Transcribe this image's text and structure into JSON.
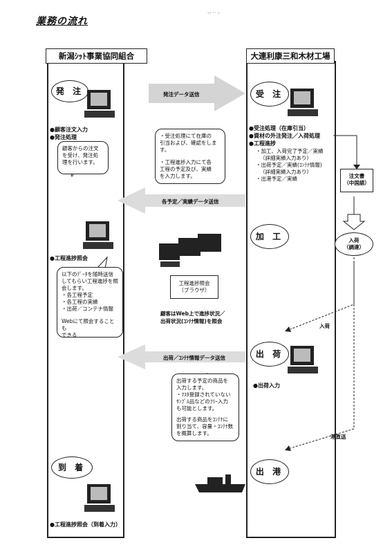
{
  "title": "業務の流れ",
  "left_column": {
    "header": "新潟ｼｯﾄ事業協同組合",
    "order": "発 注",
    "order_items": [
      "●顧客注文入力",
      "●発注処理"
    ],
    "order_bubble": [
      "顧客からの注文",
      "を受け、発注処",
      "理を行います。"
    ],
    "progress_item": "●工程進捗照会",
    "progress_bubble": [
      "以下のﾃﾞｰﾀを随時送信",
      "してもらい工程進捗を照",
      "会します。",
      "・各工程予定",
      "・各工程の実績",
      "・出荷／コンテナ情報",
      "",
      "Webにて照会することも",
      "できる"
    ],
    "arrival": "到 着",
    "arrival_item": "●工程進捗照会（到着入力）"
  },
  "right_column": {
    "header": "大連利康三和木材工場",
    "receive": "受 注",
    "receive_items": [
      "●受注処理（在庫引当）",
      "●資材の外注発注／入荷処理",
      "●工程進捗"
    ],
    "receive_sub": [
      "・加工、入荷完了予定／実績",
      "（詳細実績入力あり）",
      "・出荷予定／実績(ｺﾝﾃﾅ情報)",
      "（詳細実績入力あり）",
      "・出港予定／実績"
    ],
    "process": "加 工",
    "ship": "出 荷",
    "ship_item": "●出荷入力",
    "port": "出 港"
  },
  "middle": {
    "arrow1": "発注データ送信",
    "bubble1": [
      "・受注処理にて在庫の",
      "引当および、確認をしま",
      "す。",
      "",
      "・工程進捗入力にて各",
      "工程の予定及び、実績",
      "を入力します。"
    ],
    "arrow2": "各予定／実績データ送信",
    "browser_box": [
      "工程進捗照会",
      "（ブラウザ）"
    ],
    "browser_note": [
      "顧客はWeb上で進捗状況／",
      "出荷状況(ｺﾝﾃﾅ情報)を照会"
    ],
    "arrow3": "出荷／ｺﾝﾃﾅ情報データ送信",
    "bubble2": [
      "出荷する予定の商品を",
      "入力します。",
      "・ﾏｽﾀ登録されていない",
      "ｻﾝﾌﾟﾙ品などのﾌﾘｰ入力",
      "も可能とします。",
      "",
      "出荷する商品をｺﾝﾃﾅに",
      "割り当て、容量・ｺﾝﾃﾅ数",
      "を概算します。"
    ]
  },
  "far_right": {
    "order_doc": [
      "注文書",
      "（中国語）"
    ],
    "incoming": [
      "入荷",
      "（調達）"
    ],
    "label_in": "入荷",
    "label_direct": "港直送"
  },
  "colors": {
    "arrow_fill": "#d4d4d4",
    "line": "#222222"
  }
}
